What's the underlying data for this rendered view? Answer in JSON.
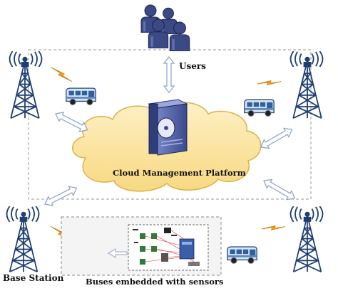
{
  "labels": {
    "users": "Users",
    "cloud_platform": "Cloud Management Platform",
    "base_station": "Base Station",
    "buses_with_sensors": "Buses embedded with sensors"
  },
  "colors": {
    "cloud_fill": "#fbe7a8",
    "cloud_stroke": "#d9b24a",
    "arrow_fill": "#ffffff",
    "arrow_stroke": "#8aa3c6",
    "tower": "#1f3f73",
    "bus_body": "#d8e7f5",
    "bus_window": "#2e5f9e",
    "lightning": "#f4a216",
    "users": "#3b4a84",
    "server": "#4e5fa3",
    "dashed_border": "#888888"
  },
  "icons": {
    "users": "users-group-icon",
    "server": "server-icon",
    "tower": "base-station-tower-icon",
    "bus": "bus-icon",
    "signal": "wireless-signal-icon",
    "lightning": "lightning-icon"
  }
}
